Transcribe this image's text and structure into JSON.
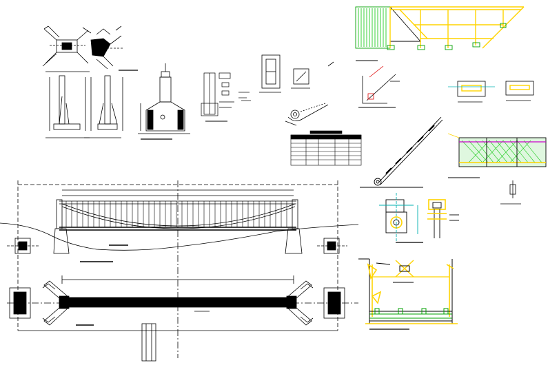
{
  "drawing": {
    "colors": {
      "background": "#ffffff",
      "linework": "#000000",
      "detail_yellow": "#ffd400",
      "detail_green": "#00a000",
      "hatch_green": "#22cc22",
      "magenta": "#cc00cc",
      "red": "#dd0000",
      "cyan": "#00b0b0"
    },
    "views": [
      {
        "name": "abutment-plan-left"
      },
      {
        "name": "abutment-plan-right"
      },
      {
        "name": "abutment-section-a"
      },
      {
        "name": "abutment-section-b"
      },
      {
        "name": "tower-elevation"
      },
      {
        "name": "cable-anchor-details"
      },
      {
        "name": "saddle-plan"
      },
      {
        "name": "cable-clamp-detail"
      },
      {
        "name": "cable-schedule-table"
      },
      {
        "name": "main-cable-detail"
      },
      {
        "name": "railing-panel-elevation"
      },
      {
        "name": "bridge-elevation"
      },
      {
        "name": "bridge-plan"
      },
      {
        "name": "deck-cross-section"
      },
      {
        "name": "hanger-connection-details"
      }
    ]
  }
}
